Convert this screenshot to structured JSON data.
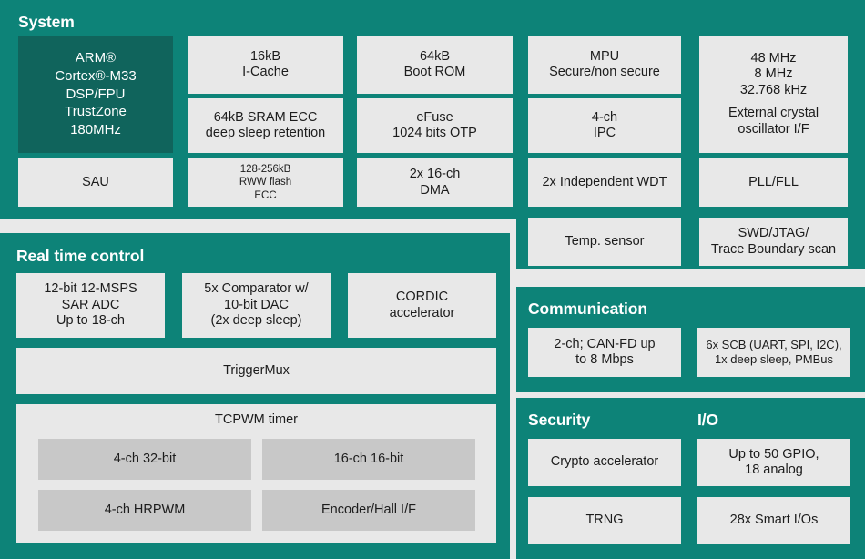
{
  "colors": {
    "page_background": "#e9e9e9",
    "panel_teal": "#0d8378",
    "cpu_dark_green": "#10645c",
    "block_light": "#e8e8e8",
    "block_gray": "#c8c8c8",
    "text_dark": "#1c1c1c",
    "text_light": "#ffffff"
  },
  "panels": {
    "system": {
      "title": "System",
      "blocks": {
        "cpu": [
          "ARM®",
          "Cortex®-M33",
          "DSP/FPU",
          "TrustZone",
          "180MHz"
        ],
        "icache": [
          "16kB",
          "I-Cache"
        ],
        "sram": [
          "64kB SRAM ECC",
          "deep sleep retention"
        ],
        "bootrom": [
          "64kB",
          "Boot ROM"
        ],
        "efuse": [
          "eFuse",
          "1024 bits OTP"
        ],
        "mpu": [
          "MPU",
          "Secure/non secure"
        ],
        "ipc": [
          "4-ch",
          "IPC"
        ],
        "clocks": [
          "48 MHz",
          "8 MHz",
          "32.768 kHz",
          "",
          "External crystal",
          "oscillator I/F"
        ],
        "sau": [
          "SAU"
        ],
        "flash": [
          "128-256kB",
          "RWW flash",
          "ECC"
        ],
        "dma": [
          "2x 16-ch",
          "DMA"
        ],
        "wdt": [
          "2x Independent WDT"
        ],
        "pllfll": [
          "PLL/FLL"
        ],
        "temp": [
          "Temp. sensor"
        ],
        "swdjtag": [
          "SWD/JTAG/",
          "Trace Boundary scan"
        ]
      }
    },
    "real_time_control": {
      "title": "Real time control",
      "blocks": {
        "adc": [
          "12-bit 12-MSPS",
          "SAR ADC",
          "Up to 18-ch"
        ],
        "comparator": [
          "5x Comparator w/",
          "10-bit DAC",
          "(2x deep sleep)"
        ],
        "cordic": [
          "CORDIC",
          "accelerator"
        ],
        "triggermux": [
          "TriggerMux"
        ],
        "tcpwm_label": "TCPWM timer",
        "tcpwm_sub": {
          "ch32": [
            "4-ch 32-bit"
          ],
          "ch16": [
            "16-ch 16-bit"
          ],
          "hrpwm": [
            "4-ch HRPWM"
          ],
          "encoder": [
            "Encoder/Hall I/F"
          ]
        }
      }
    },
    "communication": {
      "title": "Communication",
      "blocks": {
        "canfd": [
          "2-ch; CAN-FD up",
          "to 8 Mbps"
        ],
        "scb": [
          "6x SCB (UART, SPI, I2C),",
          "1x deep sleep, PMBus"
        ]
      }
    },
    "security": {
      "title": "Security",
      "blocks": {
        "crypto": [
          "Crypto accelerator"
        ],
        "trng": [
          "TRNG"
        ]
      }
    },
    "io": {
      "title": "I/O",
      "blocks": {
        "gpio": [
          "Up to 50 GPIO,",
          "18 analog"
        ],
        "smart_io": [
          "28x Smart I/Os"
        ]
      }
    }
  }
}
